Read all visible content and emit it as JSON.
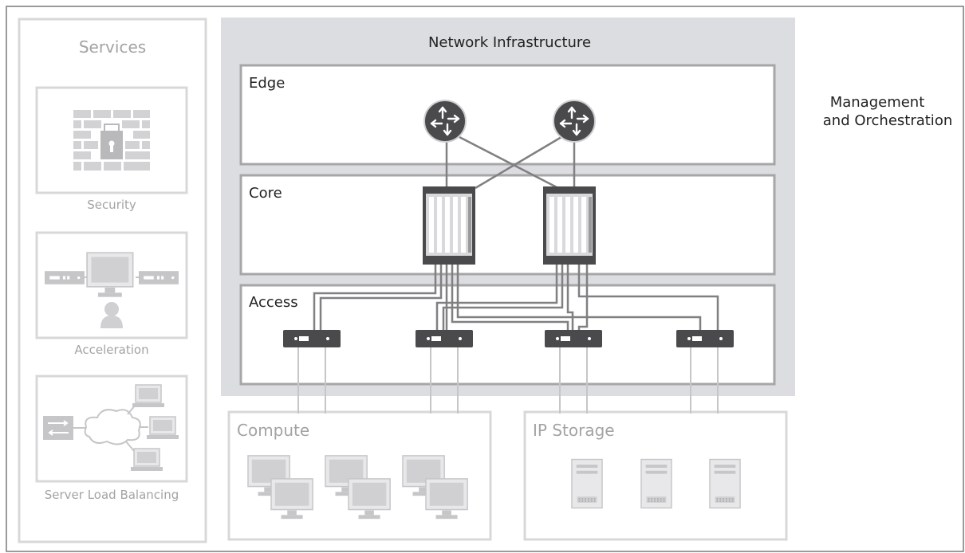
{
  "diagram": {
    "services": {
      "title": "Services",
      "items": [
        {
          "label": "Security",
          "icon": "firewall-icon"
        },
        {
          "label": "Acceleration",
          "icon": "wan-acceleration-icon"
        },
        {
          "label": "Server Load Balancing",
          "icon": "load-balancer-icon"
        }
      ]
    },
    "network_infrastructure": {
      "title": "Network Infrastructure",
      "tiers": [
        "Edge",
        "Core",
        "Access"
      ]
    },
    "management": {
      "line1": "Management",
      "line2": "and Orchestration"
    },
    "compute": {
      "label": "Compute"
    },
    "ip_storage": {
      "label": "IP Storage"
    },
    "colors": {
      "panel_gray": "#dcdde0",
      "tier_border": "#a6a6a8",
      "device_dark": "#4a4a4c",
      "link_gray": "#808082",
      "faded_border": "#d8d8da",
      "faded_text": "#a3a3a5"
    }
  }
}
